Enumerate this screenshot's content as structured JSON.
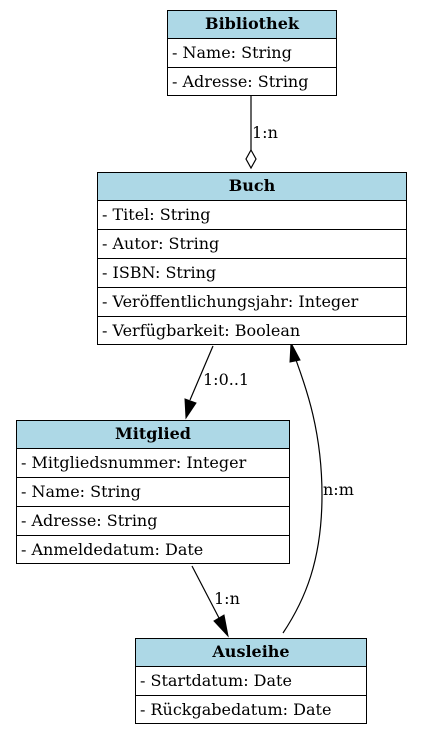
{
  "classes": {
    "bibliothek": {
      "name": "Bibliothek",
      "attributes": [
        "- Name: String",
        "- Adresse: String"
      ]
    },
    "buch": {
      "name": "Buch",
      "attributes": [
        "- Titel: String",
        "- Autor: String",
        "- ISBN: String",
        "- Veröffentlichungsjahr: Integer",
        "- Verfügbarkeit: Boolean"
      ]
    },
    "mitglied": {
      "name": "Mitglied",
      "attributes": [
        "- Mitgliedsnummer: Integer",
        "- Name: String",
        "- Adresse: String",
        "- Anmeldedatum: Date"
      ]
    },
    "ausleihe": {
      "name": "Ausleihe",
      "attributes": [
        "- Startdatum: Date",
        "- Rückgabedatum: Date"
      ]
    }
  },
  "edges": {
    "bibliothek_buch": "1:n",
    "buch_mitglied": "1:0..1",
    "mitglied_ausleihe": "1:n",
    "ausleihe_buch": "n:m"
  },
  "colors": {
    "header": "#add8e6",
    "line": "#000000"
  }
}
